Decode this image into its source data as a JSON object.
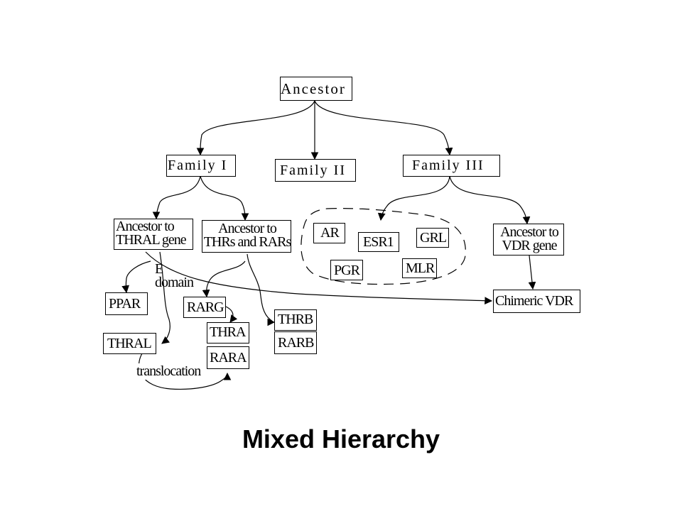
{
  "diagram": {
    "title": "Mixed Hierarchy",
    "nodes": {
      "ancestor": "Ancestor",
      "family1": "Family I",
      "family2": "Family II",
      "family3": "Family III",
      "ancestor_thral_l1": "Ancestor to",
      "ancestor_thral_l2": "THRAL gene",
      "ancestor_thrs_l1": "Ancestor to",
      "ancestor_thrs_l2": "THRs and RARs",
      "ancestor_vdr_l1": "Ancestor to",
      "ancestor_vdr_l2": "VDR gene",
      "ar": "AR",
      "esr1": "ESR1",
      "grl": "GRL",
      "pgr": "PGR",
      "mlr": "MLR",
      "ppar": "PPAR",
      "thral": "THRAL",
      "rarg": "RARG",
      "thra": "THRA",
      "rara": "RARA",
      "thrb": "THRB",
      "rarb": "RARB",
      "chimeric_vdr": "Chimeric VDR"
    },
    "labels": {
      "e_domain_l1": "E",
      "e_domain_l2": "domain",
      "translocation": "translocation"
    }
  }
}
